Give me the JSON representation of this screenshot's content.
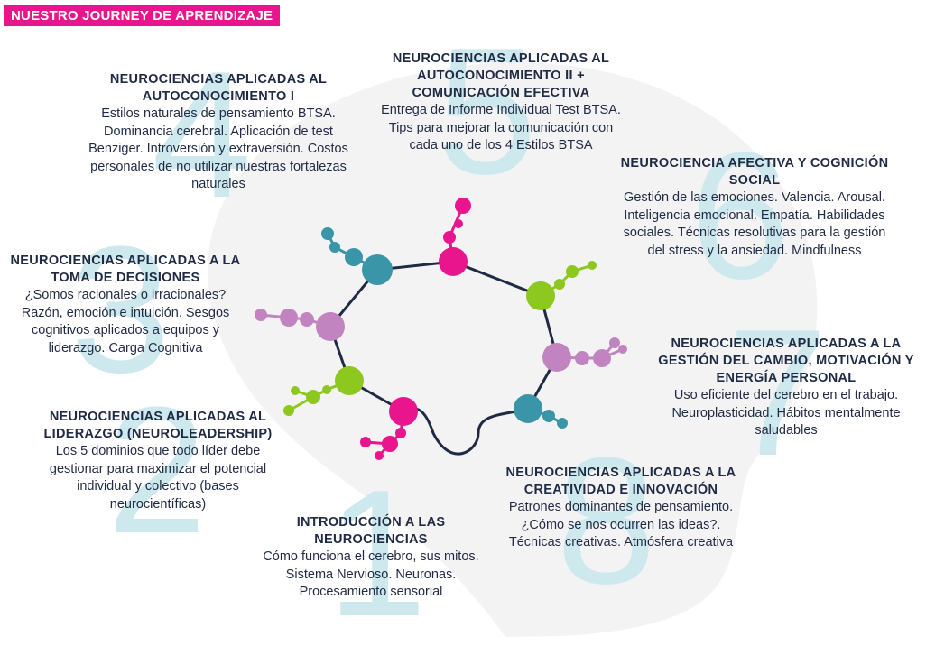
{
  "page_title": "NUESTRO JOURNEY DE APRENDIZAJE",
  "colors": {
    "magenta": "#e8158c",
    "teal": "#3a95a8",
    "lime": "#8cc81e",
    "lilac": "#c284c1",
    "navy": "#1f2a44",
    "watermark_number": "#cde9ee",
    "background_blob": "#f3f3f3"
  },
  "modules": [
    {
      "number": "1",
      "title": "INTRODUCCIÓN A LAS NEUROCIENCIAS",
      "description": "Cómo funciona el cerebro, sus mitos. Sistema Nervioso. Neuronas. Procesamiento sensorial"
    },
    {
      "number": "2",
      "title": "NEUROCIENCIAS APLICADAS AL LIDERAZGO (NEUROLEADERSHIP)",
      "description": "Los 5 dominios que todo líder debe gestionar para maximizar el potencial individual y colectivo (bases neurocientíficas)"
    },
    {
      "number": "3",
      "title": "NEUROCIENCIAS APLICADAS A LA TOMA DE DECISIONES",
      "description": "¿Somos racionales o irracionales? Razón, emoción e intuición. Sesgos cognitivos aplicados a equipos y liderazgo. Carga Cognitiva"
    },
    {
      "number": "4",
      "title": "NEUROCIENCIAS APLICADAS AL AUTOCONOCIMIENTO I",
      "description": "Estilos naturales de pensamiento BTSA. Dominancia cerebral. Aplicación de test Benziger. Introversión y extraversión. Costos personales de no utilizar nuestras fortalezas naturales"
    },
    {
      "number": "5",
      "title": "NEUROCIENCIAS APLICADAS AL AUTOCONOCIMIENTO II + COMUNICACIÓN EFECTIVA",
      "description": "Entrega de Informe Individual Test BTSA. Tips para mejorar la comunicación con cada uno de los 4 Estilos BTSA"
    },
    {
      "number": "6",
      "title": "NEUROCIENCIA AFECTIVA Y COGNICIÓN SOCIAL",
      "description": "Gestión de las emociones. Valencia. Arousal. Inteligencia emocional. Empatía. Habilidades sociales. Técnicas resolutivas para la gestión del stress y la ansiedad. Mindfulness"
    },
    {
      "number": "7",
      "title": "NEUROCIENCIAS APLICADAS A LA GESTIÓN DEL CAMBIO, MOTIVACIÓN Y ENERGÍA PERSONAL",
      "description": "Uso eficiente del cerebro en el trabajo. Neuroplasticidad. Hábitos mentalmente saludables"
    },
    {
      "number": "8",
      "title": "NEUROCIENCIAS APLICADAS A LA CREATIVIDAD E INNOVACIÓN",
      "description": "Patrones dominantes de pensamiento. ¿Cómo se nos ocurren las ideas?. Técnicas creativas. Atmósfera creativa"
    }
  ]
}
